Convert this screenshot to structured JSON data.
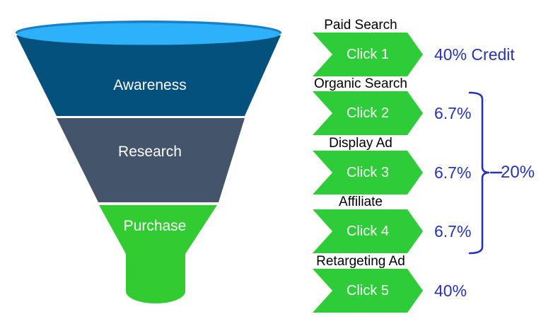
{
  "funnel": {
    "stages": [
      {
        "label": "Awareness",
        "color": "#05517D"
      },
      {
        "label": "Research",
        "color": "#44546A"
      },
      {
        "label": "Purchase",
        "color": "#32CC32"
      }
    ],
    "top_face_color": "#2DB1FB",
    "rim_color": "#1A7FC4",
    "stem_color": "#32CC32",
    "stage_label_color": "#FFFFFF"
  },
  "touchpoints": [
    {
      "source": "Paid Search",
      "click": "Click 1",
      "value": "40% Credit"
    },
    {
      "source": "Organic Search",
      "click": "Click 2",
      "value": "6.7%"
    },
    {
      "source": "Display Ad",
      "click": "Click 3",
      "value": "6.7%"
    },
    {
      "source": "Affiliate",
      "click": "Click 4",
      "value": "6.7%"
    },
    {
      "source": "Retargeting Ad",
      "click": "Click 5",
      "value": "40%"
    }
  ],
  "bracket": {
    "value": "20%",
    "spans": [
      "Click 2",
      "Click 3",
      "Click 4"
    ],
    "color": "#2832B2"
  },
  "colors": {
    "arrow_green": "#2ECC38",
    "value_text_blue": "#2832B2",
    "source_text": "#000000",
    "background": "#FFFFFF"
  }
}
